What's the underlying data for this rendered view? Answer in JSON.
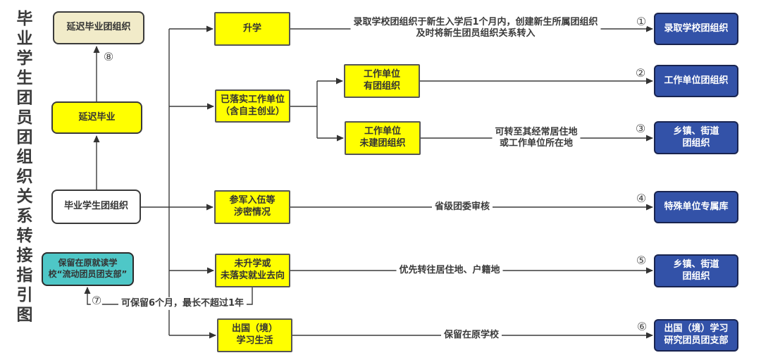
{
  "title": "毕业学生团员团组织关系转接指引图",
  "colors": {
    "yellow": "#FFFF00",
    "beige": "#F1EBC9",
    "cyan": "#4EC7C7",
    "blue": "#3352A8",
    "line": "#3b3b3b",
    "background": "#ffffff"
  },
  "nodes": {
    "delayed_grad_org": "延迟毕业团组织",
    "delayed_grad": "延迟毕业",
    "grad_student_org": "毕业学生团组织",
    "mobile_member_branch": "保留在原就读学\n校“流动团员团支部”",
    "further_study": "升学",
    "employed": "已落实工作单位\n（含自主创业）",
    "work_with_org": "工作单位\n有团组织",
    "work_without_org": "工作单位\n未建团组织",
    "military_secret": "参军入伍等\n涉密情况",
    "not_enrolled": "未升学或\n未落实就业去向",
    "abroad_study": "出国（境）\n学习生活",
    "dest_school_org": "录取学校团组织",
    "dest_work_org": "工作单位团组织",
    "dest_town_org_3": "乡镇、街道\n团组织",
    "dest_special_db": "特殊单位专属库",
    "dest_town_org_5": "乡镇、街道\n团组织",
    "dest_abroad_branch": "出国（境）学习\n研究团员团支部"
  },
  "annotations": {
    "enrollment_note": "录取学校团组织于新生入学后1个月内，创建新生所属团组织\n及时将新生团员组织关系转入",
    "residence_note": "可转至其经常居住地\n或工作单位所在地",
    "provincial_review": "省级团委审核",
    "priority_transfer": "优先转往居住地、户籍地",
    "keep_original_school": "保留在原学校",
    "retain_duration": "可保留6个月，最长不超过1年"
  },
  "badges": {
    "b1": "①",
    "b2": "②",
    "b3": "③",
    "b4": "④",
    "b5": "⑤",
    "b6": "⑥",
    "b7": "⑦",
    "b8": "⑧"
  }
}
